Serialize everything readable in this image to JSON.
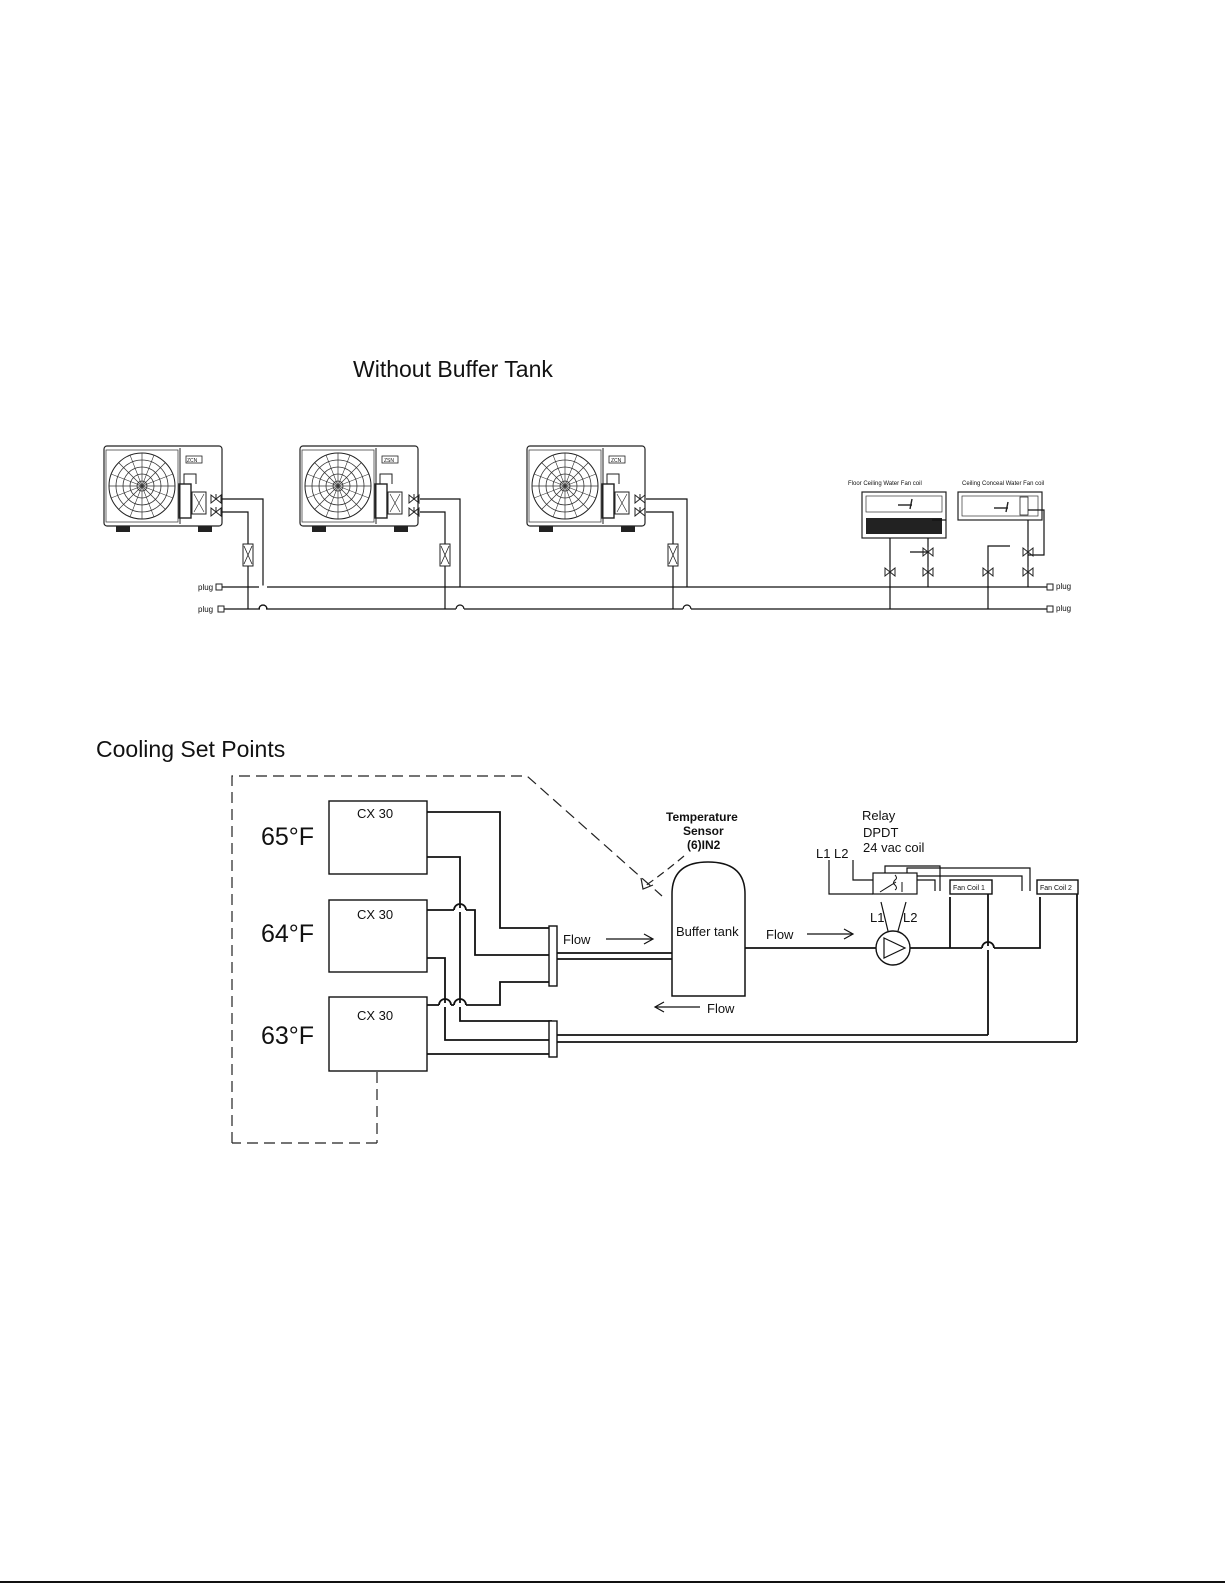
{
  "top_section": {
    "title": "Without Buffer Tank",
    "outdoor_units": [
      {
        "badge": "ZCN"
      },
      {
        "badge": "ZSN"
      },
      {
        "badge": "ZCN"
      }
    ],
    "fan_coils": [
      {
        "label": "Floor Ceiling Water Fan coil"
      },
      {
        "label": "Ceiling Conceal Water Fan coil"
      }
    ],
    "plug_labels": [
      "plug",
      "plug",
      "plug",
      "plug"
    ]
  },
  "bottom_section": {
    "title": "Cooling Set Points",
    "setpoints": [
      "65°F",
      "64°F",
      "63°F"
    ],
    "unit_labels": [
      "CX 30",
      "CX 30",
      "CX 30"
    ],
    "temperature_sensor": {
      "line1": "Temperature",
      "line2": "Sensor",
      "line3": "(6)IN2"
    },
    "buffer_tank_label": "Buffer tank",
    "flow_labels": [
      "Flow",
      "Flow",
      "Flow"
    ],
    "relay": {
      "line1": "Relay",
      "line2": "DPDT",
      "line3": "24 vac coil"
    },
    "relay_terminals": [
      "L1",
      "L2"
    ],
    "pump_terminals": [
      "L1",
      "L2"
    ],
    "fan_coils": [
      "Fan Coil 1",
      "Fan Coil 2"
    ]
  }
}
